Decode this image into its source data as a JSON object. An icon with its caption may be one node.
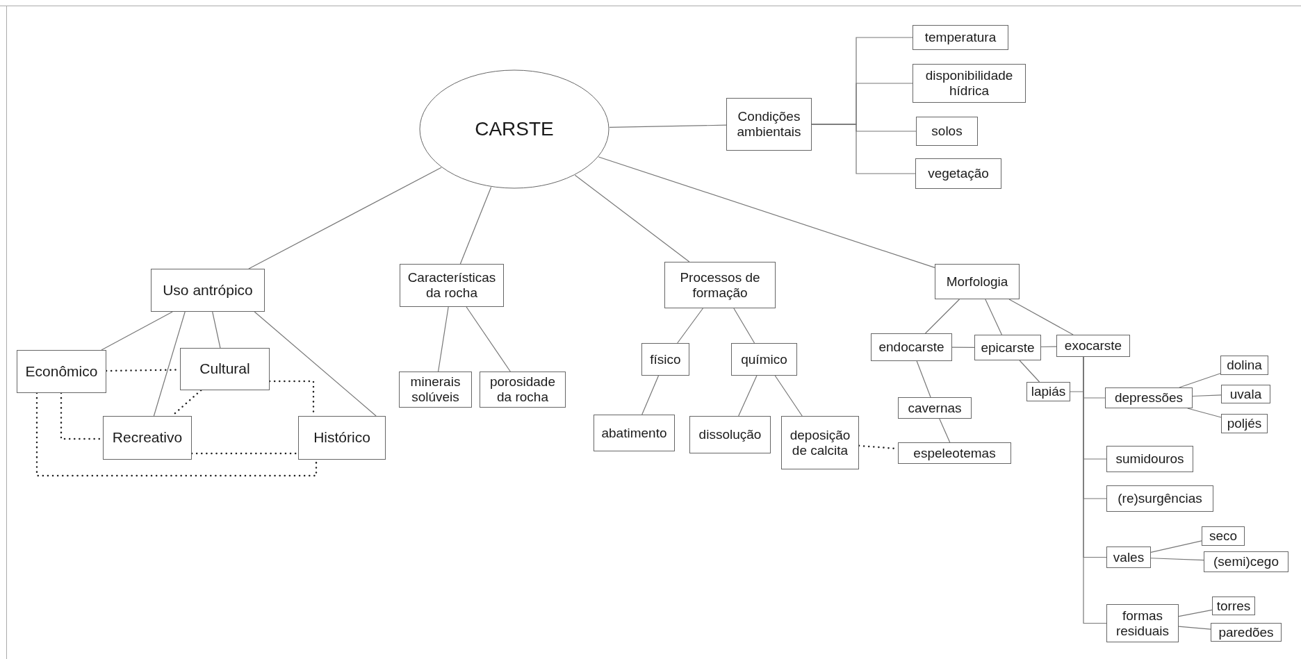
{
  "diagram": {
    "nodes": [
      {
        "text": [
          "CARSTE"
        ]
      },
      {
        "text": [
          "Condições ambientais"
        ]
      },
      {
        "text": [
          "temperatura"
        ]
      },
      {
        "text": [
          "disponibilidade hídrica"
        ]
      },
      {
        "text": [
          "solos"
        ]
      },
      {
        "text": [
          "vegetação"
        ]
      },
      {
        "text": [
          "Uso antrópico"
        ]
      },
      {
        "text": [
          "Econômico"
        ]
      },
      {
        "text": [
          "Cultural"
        ]
      },
      {
        "text": [
          "Recreativo"
        ]
      },
      {
        "text": [
          "Histórico"
        ]
      },
      {
        "text": [
          "Características da rocha"
        ]
      },
      {
        "text": [
          "minerais solúveis"
        ]
      },
      {
        "text": [
          "porosidade da rocha"
        ]
      },
      {
        "text": [
          "Processos de formação"
        ]
      },
      {
        "text": [
          "físico"
        ]
      },
      {
        "text": [
          "químico"
        ]
      },
      {
        "text": [
          "abatimento"
        ]
      },
      {
        "text": [
          "dissolução"
        ]
      },
      {
        "text": [
          "deposição de calcita"
        ]
      },
      {
        "text": [
          "Morfologia"
        ]
      },
      {
        "text": [
          "endocarste"
        ]
      },
      {
        "text": [
          "epicarste"
        ]
      },
      {
        "text": [
          "exocarste"
        ]
      },
      {
        "text": [
          "lapiás"
        ]
      },
      {
        "text": [
          "cavernas"
        ]
      },
      {
        "text": [
          "espeleotemas"
        ]
      },
      {
        "text": [
          "depressões"
        ]
      },
      {
        "text": [
          "dolina"
        ]
      },
      {
        "text": [
          "uvala"
        ]
      },
      {
        "text": [
          "poljés"
        ]
      },
      {
        "text": [
          "sumidouros"
        ]
      },
      {
        "text": [
          "(re)surgências"
        ]
      },
      {
        "text": [
          "vales"
        ]
      },
      {
        "text": [
          "seco"
        ]
      },
      {
        "text": [
          "(semi)cego"
        ]
      },
      {
        "text": [
          "formas residuais"
        ]
      },
      {
        "text": [
          "torres"
        ]
      },
      {
        "text": [
          "paredões"
        ]
      }
    ],
    "edges": [
      {
        "from": 0,
        "to": 1,
        "arrow": "none"
      },
      {
        "from": 0,
        "to": 6,
        "arrow": "none"
      },
      {
        "from": 0,
        "to": 11,
        "arrow": "none"
      },
      {
        "from": 0,
        "to": 14,
        "arrow": "none"
      },
      {
        "from": 0,
        "to": 20,
        "arrow": "none"
      },
      {
        "from": 1,
        "to": 2,
        "arrow": "none"
      },
      {
        "from": 1,
        "to": 3,
        "arrow": "none"
      },
      {
        "from": 1,
        "to": 4,
        "arrow": "none"
      },
      {
        "from": 1,
        "to": 5,
        "arrow": "none"
      },
      {
        "from": 6,
        "to": 7,
        "arrow": "none"
      },
      {
        "from": 6,
        "to": 8,
        "arrow": "none"
      },
      {
        "from": 6,
        "to": 9,
        "arrow": "none"
      },
      {
        "from": 6,
        "to": 10,
        "arrow": "none"
      },
      {
        "from": 7,
        "to": 8,
        "arrow": "none",
        "style": "dashed"
      },
      {
        "from": 8,
        "to": 10,
        "arrow": "none",
        "style": "dashed"
      },
      {
        "from": 8,
        "to": 9,
        "arrow": "none",
        "style": "dashed"
      },
      {
        "from": 7,
        "to": 9,
        "arrow": "none",
        "style": "dashed"
      },
      {
        "from": 9,
        "to": 10,
        "arrow": "none",
        "style": "dashed"
      },
      {
        "from": 7,
        "to": 10,
        "arrow": "none",
        "style": "dashed"
      },
      {
        "from": 11,
        "to": 12,
        "arrow": "none"
      },
      {
        "from": 11,
        "to": 13,
        "arrow": "none"
      },
      {
        "from": 14,
        "to": 15,
        "arrow": "none"
      },
      {
        "from": 14,
        "to": 16,
        "arrow": "none"
      },
      {
        "from": 15,
        "to": 17,
        "arrow": "none"
      },
      {
        "from": 16,
        "to": 18,
        "arrow": "none"
      },
      {
        "from": 16,
        "to": 19,
        "arrow": "none"
      },
      {
        "from": 19,
        "to": 26,
        "arrow": "none",
        "style": "dashed"
      },
      {
        "from": 20,
        "to": 21,
        "arrow": "none"
      },
      {
        "from": 20,
        "to": 22,
        "arrow": "none"
      },
      {
        "from": 20,
        "to": 23,
        "arrow": "none"
      },
      {
        "from": 21,
        "to": 22,
        "arrow": "none"
      },
      {
        "from": 22,
        "to": 23,
        "arrow": "none"
      },
      {
        "from": 22,
        "to": 24,
        "arrow": "none"
      },
      {
        "from": 23,
        "to": 24,
        "arrow": "none"
      },
      {
        "from": 21,
        "to": 25,
        "arrow": "none"
      },
      {
        "from": 25,
        "to": 26,
        "arrow": "none"
      },
      {
        "from": 23,
        "to": 27,
        "arrow": "none"
      },
      {
        "from": 23,
        "to": 31,
        "arrow": "none"
      },
      {
        "from": 23,
        "to": 32,
        "arrow": "none"
      },
      {
        "from": 23,
        "to": 33,
        "arrow": "none"
      },
      {
        "from": 23,
        "to": 36,
        "arrow": "none"
      },
      {
        "from": 27,
        "to": 28,
        "arrow": "none"
      },
      {
        "from": 27,
        "to": 29,
        "arrow": "none"
      },
      {
        "from": 27,
        "to": 30,
        "arrow": "none"
      },
      {
        "from": 33,
        "to": 34,
        "arrow": "none"
      },
      {
        "from": 33,
        "to": 35,
        "arrow": "none"
      },
      {
        "from": 36,
        "to": 37,
        "arrow": "none"
      },
      {
        "from": 36,
        "to": 38,
        "arrow": "none"
      }
    ]
  }
}
